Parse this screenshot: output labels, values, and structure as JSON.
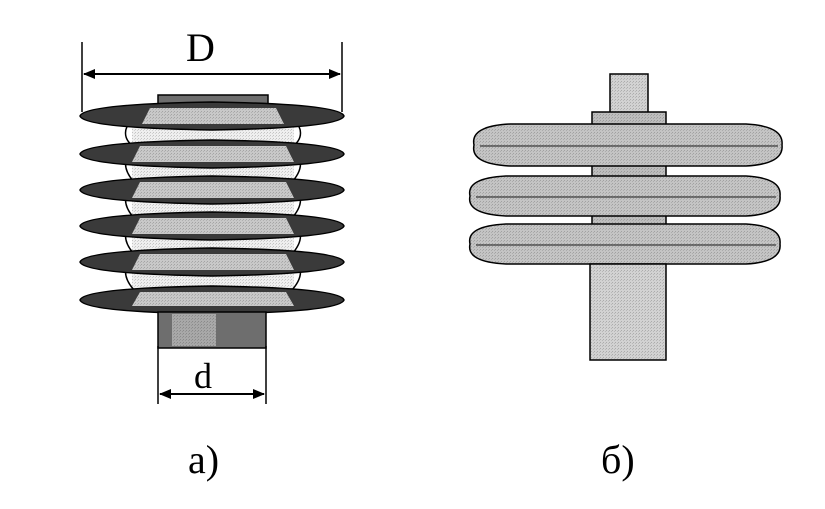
{
  "figure_a": {
    "caption": "а)",
    "outer_diameter_label": "D",
    "inner_diameter_label": "d",
    "shed_count": 6,
    "colors": {
      "shed_dark": "#3a3a3a",
      "core_light": "#eeeeee",
      "flange": "#6e6e6e"
    }
  },
  "figure_b": {
    "caption": "б)",
    "disc_count": 3,
    "colors": {
      "disc": "#c4c4c4",
      "rod": "#d2d2d2",
      "hub": "#bdbdbd"
    }
  }
}
